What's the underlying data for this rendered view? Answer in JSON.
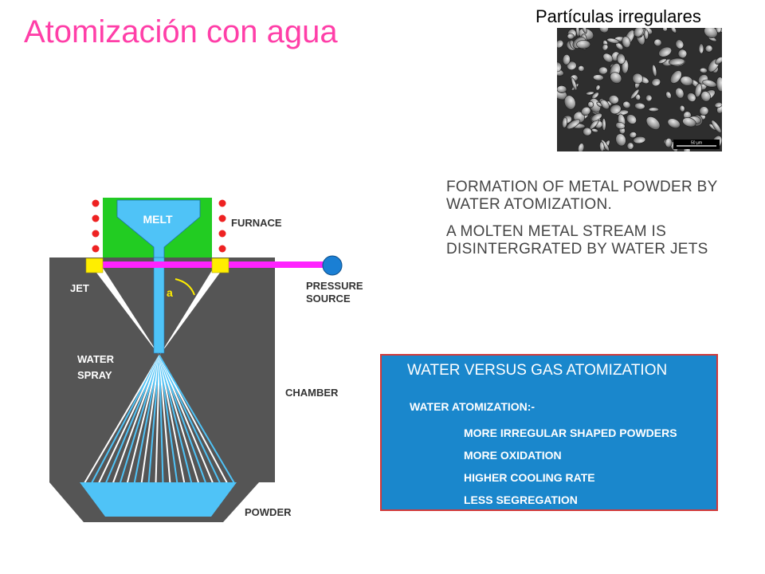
{
  "slide": {
    "title": "Atomización con agua"
  },
  "micrograph": {
    "caption": "Partículas irregulares",
    "scale_bar": "50 µm"
  },
  "diagram": {
    "labels": {
      "melt": "MELT",
      "furnace": "FURNACE",
      "jet": "JET",
      "angle": "a",
      "pressure_line1": "PRESSURE",
      "pressure_line2": "SOURCE",
      "water_line1": "WATER",
      "water_line2": "SPRAY",
      "chamber": "CHAMBER",
      "powder": "POWDER"
    },
    "colors": {
      "chamber": "#555555",
      "furnace": "#22cc22",
      "melt": "#4fc3f7",
      "pipe": "#ff22ff",
      "jet": "#ffee00",
      "pressure_source": "#1a7fd4",
      "heater_dots": "#ee2222",
      "angle_mark": "#ffee00"
    }
  },
  "description": {
    "line1": "FORMATION OF METAL POWDER BY WATER ATOMIZATION.",
    "line2": "A MOLTEN METAL STREAM IS DISINTERGRATED BY WATER JETS"
  },
  "comparison": {
    "title": "WATER VERSUS GAS ATOMIZATION",
    "subtitle": "WATER ATOMIZATION:-",
    "items": [
      "MORE IRREGULAR SHAPED POWDERS",
      "MORE OXIDATION",
      "HIGHER COOLING RATE",
      "LESS SEGREGATION"
    ],
    "colors": {
      "background": "#1a87cc",
      "border": "#d23a3a"
    }
  }
}
